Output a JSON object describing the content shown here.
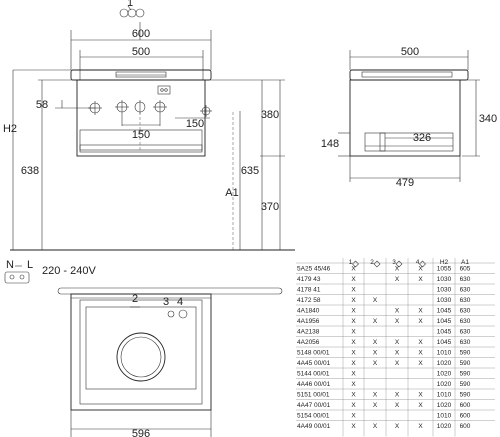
{
  "drawing": {
    "front_view": {
      "overall_width": "600",
      "body_width": "500",
      "drawer_height": "380",
      "pipe_offset": "58",
      "pipe_spacing_1": "150",
      "pipe_spacing_2": "150",
      "floor_height": "370",
      "top_height": "635",
      "h_label": "H2",
      "height_638": "638",
      "a_label": "A1",
      "callout": "1"
    },
    "side_view": {
      "depth_top": "500",
      "height": "340",
      "drawer_depth": "326",
      "inner_height": "148",
      "overall_depth": "479"
    },
    "plug": {
      "n": "N",
      "l": "L",
      "voltage": "220 - 240V"
    },
    "plan_view": {
      "width": "596",
      "callout_2": "2",
      "callout_3": "3",
      "callout_4": "4"
    },
    "table": {
      "headers": [
        "",
        "1",
        "2",
        "3",
        "4",
        "H2",
        "A1"
      ],
      "rows": [
        [
          "5A25 45/46",
          "X",
          "",
          "X",
          "X",
          "1055",
          "605"
        ],
        [
          "4179 43",
          "X",
          "",
          "X",
          "X",
          "1030",
          "630"
        ],
        [
          "4178 41",
          "X",
          "",
          "",
          "",
          "1030",
          "630"
        ],
        [
          "4172 58",
          "X",
          "X",
          "",
          "",
          "1030",
          "630"
        ],
        [
          "4A1840",
          "X",
          "",
          "X",
          "X",
          "1045",
          "630"
        ],
        [
          "4A1956",
          "X",
          "X",
          "X",
          "X",
          "1045",
          "630"
        ],
        [
          "4A2138",
          "X",
          "",
          "",
          "",
          "1045",
          "630"
        ],
        [
          "4A2056",
          "X",
          "X",
          "X",
          "X",
          "1045",
          "630"
        ],
        [
          "5148 00/01",
          "X",
          "X",
          "X",
          "X",
          "1010",
          "590"
        ],
        [
          "4A45 00/01",
          "X",
          "X",
          "X",
          "X",
          "1020",
          "590"
        ],
        [
          "5144 00/01",
          "X",
          "",
          "",
          "",
          "1020",
          "590"
        ],
        [
          "4A46 00/01",
          "X",
          "",
          "",
          "",
          "1020",
          "590"
        ],
        [
          "5151 00/01",
          "X",
          "X",
          "X",
          "X",
          "1010",
          "590"
        ],
        [
          "4A47 00/01",
          "X",
          "X",
          "X",
          "X",
          "1020",
          "600"
        ],
        [
          "5154 00/01",
          "X",
          "",
          "",
          "",
          "1010",
          "600"
        ],
        [
          "4A49 00/01",
          "X",
          "X",
          "X",
          "X",
          "1020",
          "600"
        ]
      ]
    }
  }
}
